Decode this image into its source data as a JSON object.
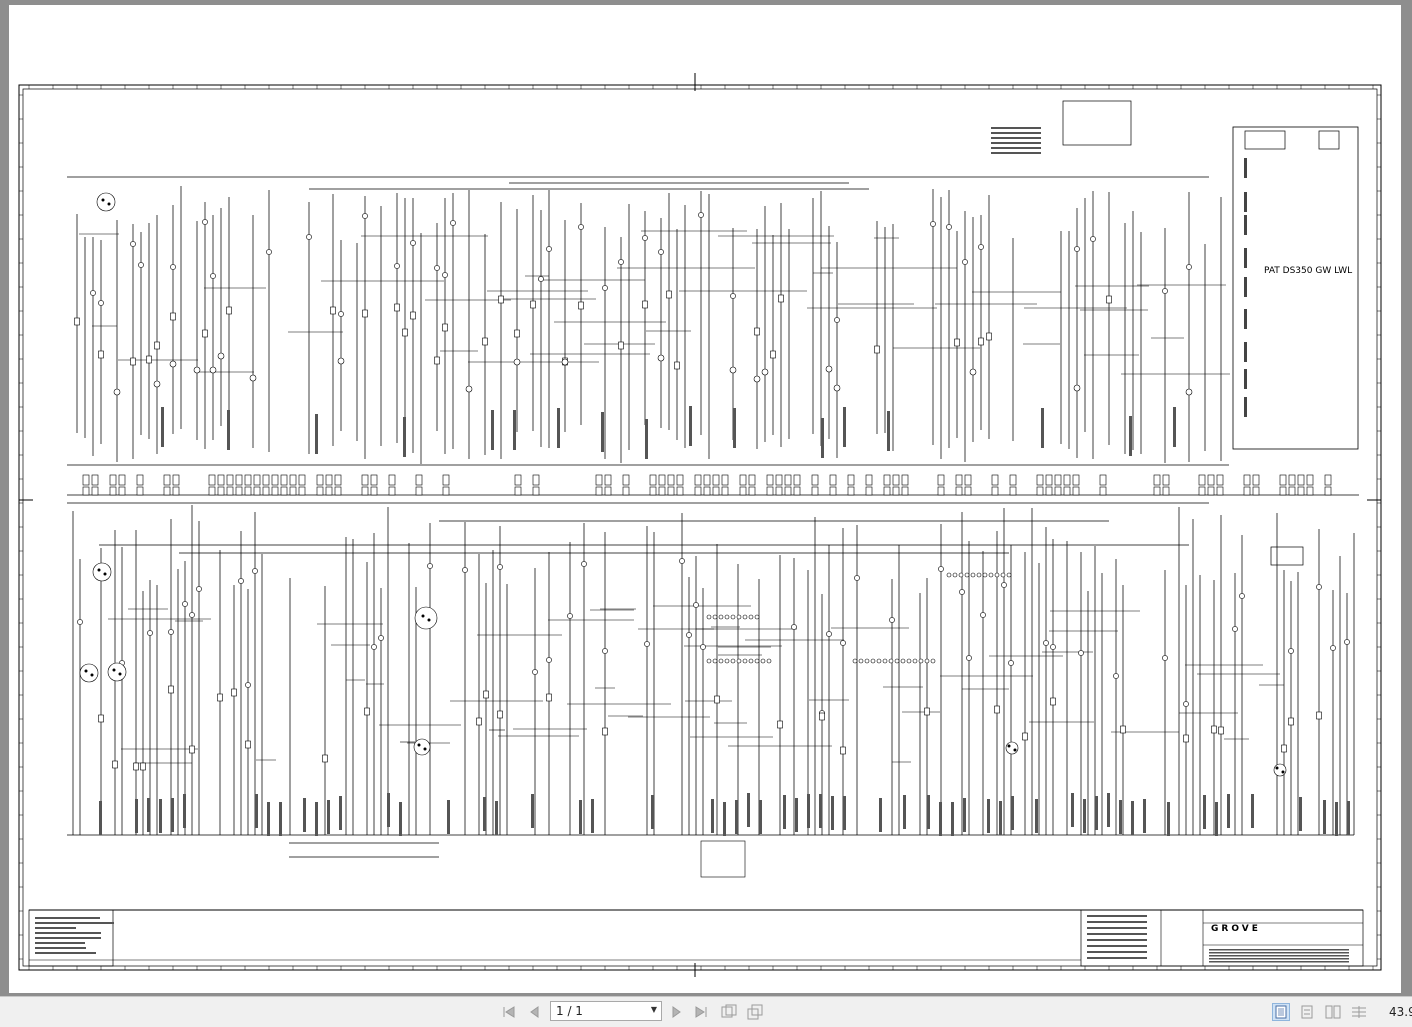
{
  "document": {
    "pat_label": "PAT DS350 GW LWL",
    "brand": "GROVE"
  },
  "toolbar": {
    "first_icon": "first-page-icon",
    "prev_icon": "previous-page-icon",
    "page_value": "1 / 1",
    "next_icon": "next-page-icon",
    "last_icon": "last-page-icon",
    "zoom": "43.9"
  }
}
